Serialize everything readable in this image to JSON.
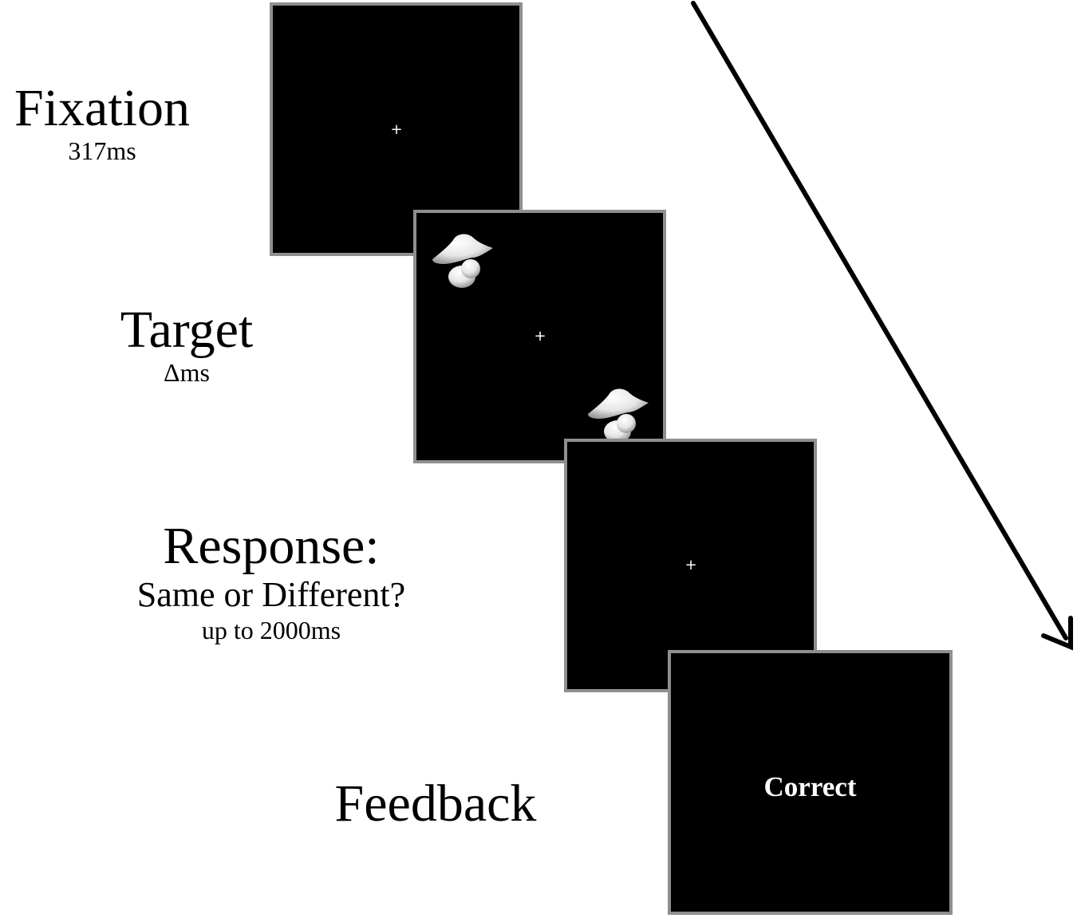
{
  "stages": [
    {
      "title": "Fixation",
      "subtitle": "317ms"
    },
    {
      "title": "Target",
      "subtitle": "Δms"
    },
    {
      "title": "Response:",
      "subtitle": "Same or Different?",
      "note": "up to 2000ms"
    },
    {
      "title": "Feedback"
    }
  ],
  "screens": {
    "fixation_symbol": "+",
    "feedback_message": "Correct"
  },
  "colors": {
    "screen_background": "#000000",
    "screen_border": "#8f8f8f",
    "stimulus": "#ffffff",
    "arrow": "#000000"
  },
  "icons": {
    "stimulus": "novel-3d-object-icon",
    "time_arrow": "arrow-down-right-icon"
  }
}
